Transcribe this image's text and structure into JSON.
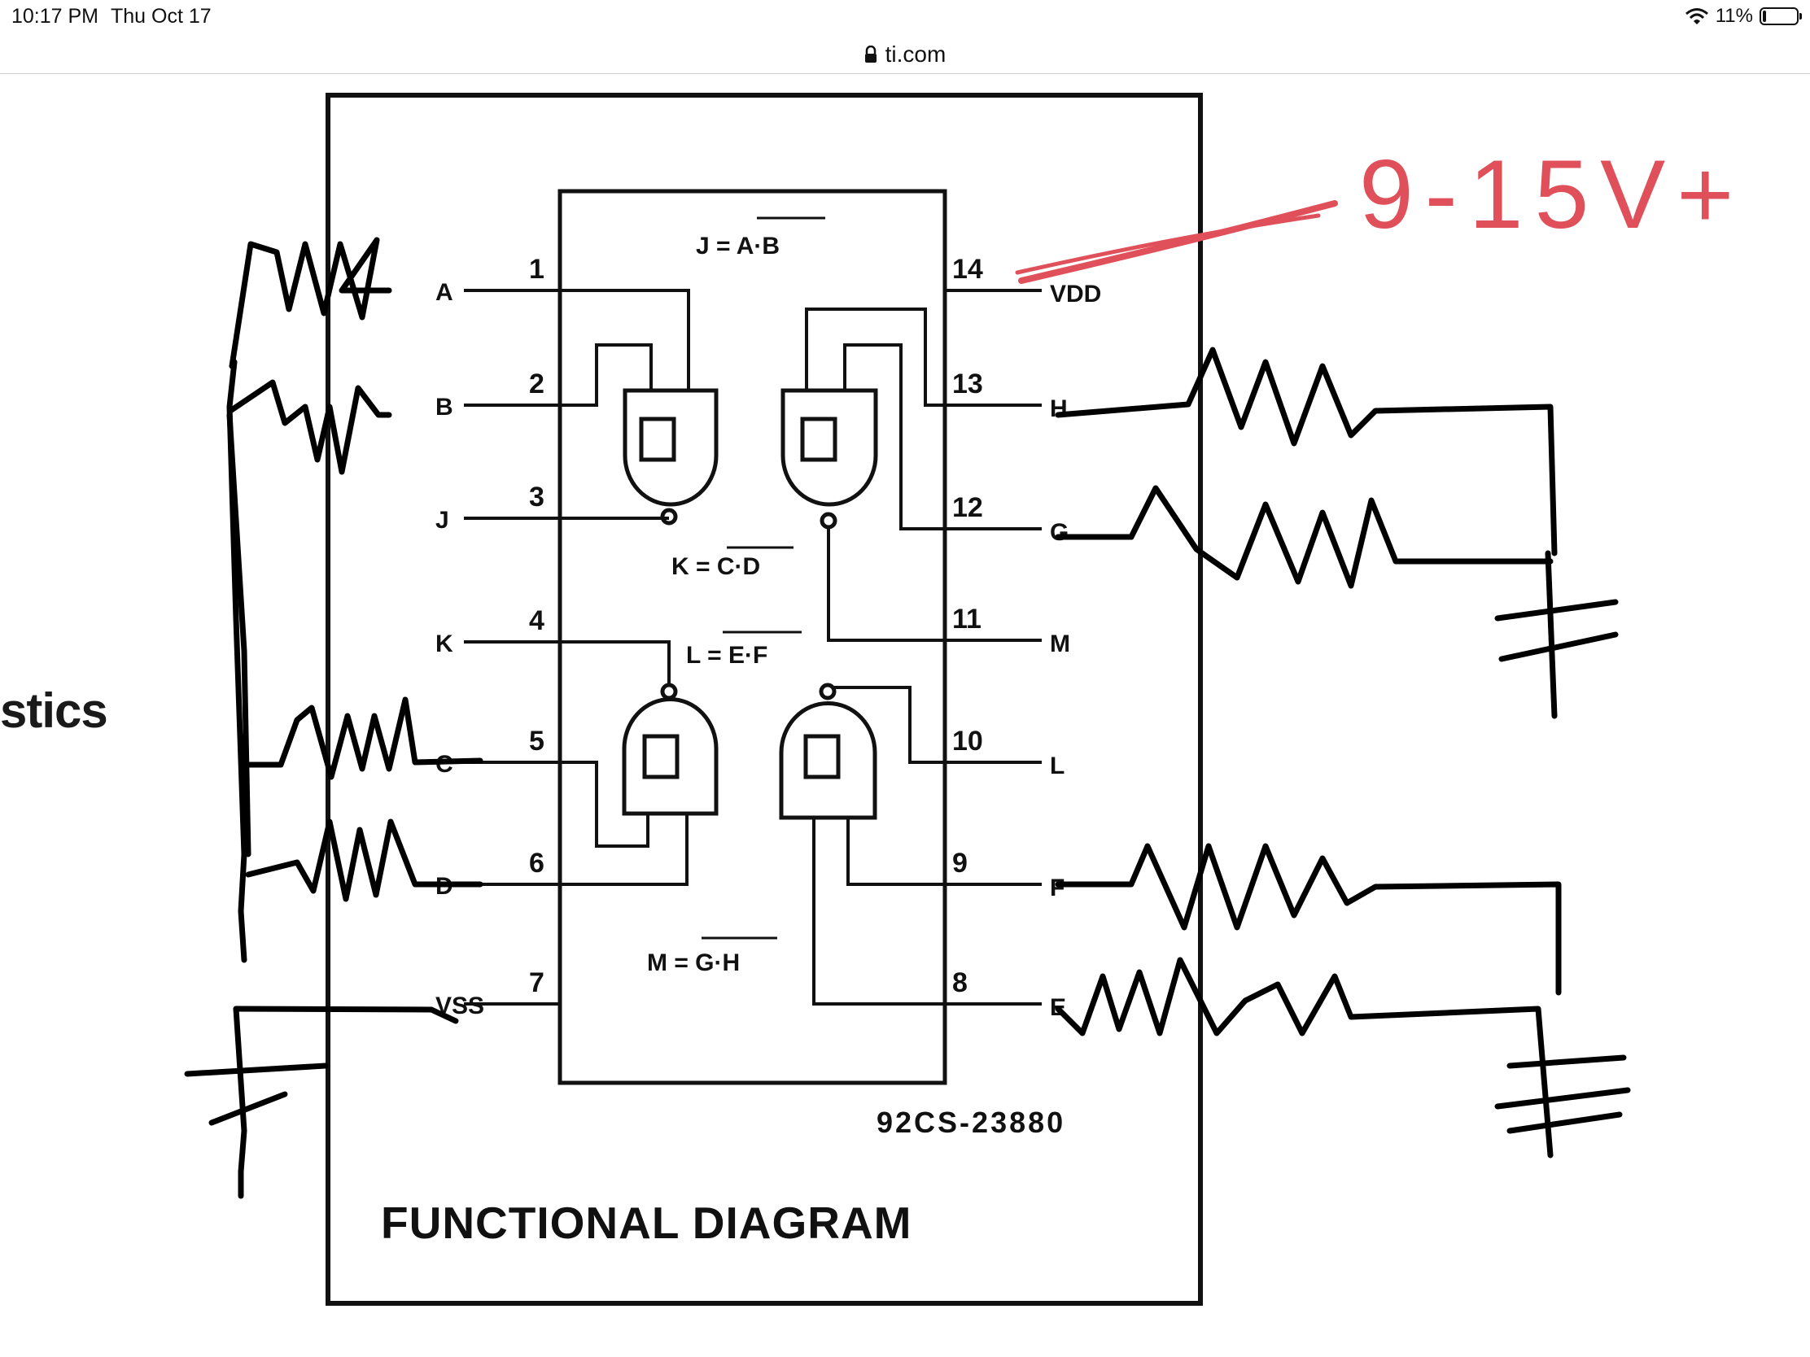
{
  "status": {
    "time": "10:17 PM",
    "date": "Thu Oct 17",
    "battery": "11%",
    "battery_level": 0.11
  },
  "browser": {
    "url": "ti.com"
  },
  "page": {
    "side_text": "stics"
  },
  "diagram": {
    "title": "FUNCTIONAL DIAGRAM",
    "code": "92CS-23880",
    "eq_j": "J = A·B",
    "eq_k": "K = C·D",
    "eq_l": "L = E·F",
    "eq_m": "M = G·H",
    "pins_left": [
      {
        "num": "1",
        "sig": "A"
      },
      {
        "num": "2",
        "sig": "B"
      },
      {
        "num": "3",
        "sig": "J"
      },
      {
        "num": "4",
        "sig": "K"
      },
      {
        "num": "5",
        "sig": "C"
      },
      {
        "num": "6",
        "sig": "D"
      },
      {
        "num": "7",
        "sig": "VSS"
      }
    ],
    "pins_right": [
      {
        "num": "14",
        "sig": "VDD"
      },
      {
        "num": "13",
        "sig": "H"
      },
      {
        "num": "12",
        "sig": "G"
      },
      {
        "num": "11",
        "sig": "M"
      },
      {
        "num": "10",
        "sig": "L"
      },
      {
        "num": "9",
        "sig": "F"
      },
      {
        "num": "8",
        "sig": "E"
      }
    ]
  },
  "annotation": {
    "text": "9-15V+",
    "color": "#e0505a"
  }
}
